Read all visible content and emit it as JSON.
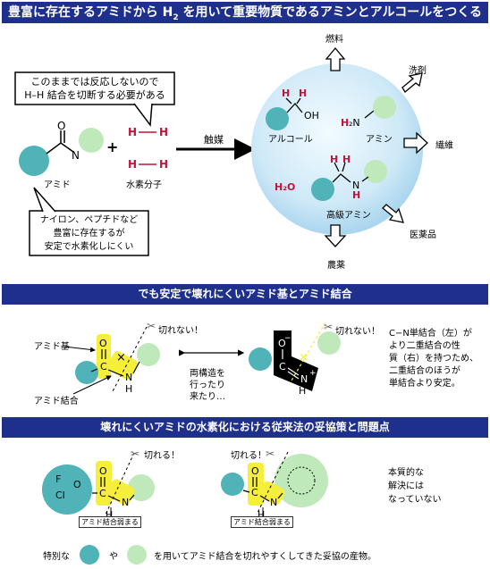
{
  "header": {
    "title_main": "豊富に存在するアミドから H",
    "title_sub": "2",
    "title_rest": " を用いて重要物質であるアミンとアルコールをつくる"
  },
  "top": {
    "callout_problem": [
      "このままでは反応しないので",
      "H–H 結合を切断する必要がある"
    ],
    "amide_label": "アミド",
    "hydrogen_label": "水素分子",
    "plus": "+",
    "catalyst": "触媒",
    "callout_amide": [
      "ナイロン、ペプチドなど",
      "豊富に存在するが",
      "安定で水素化しにくい"
    ],
    "products": {
      "alcohol": "アルコール",
      "amine": "アミン",
      "higher_amine": "高級アミン",
      "water": "H₂O"
    },
    "uses": {
      "fuel": "燃料",
      "detergent": "洗剤",
      "fiber": "繊維",
      "medicine": "医薬品",
      "pesticide": "農薬"
    }
  },
  "section2": {
    "title": "でも安定で壊れにくいアミド基とアミド結合",
    "amide_group_label": "アミド基",
    "amide_bond_label": "アミド結合",
    "cannot_cut_left": "切れない！",
    "cannot_cut_right": "切れない！",
    "resonance_text": [
      "両構造を",
      "行ったり",
      "来たり…"
    ],
    "explanation": [
      "C−N単結合（左）が",
      "より二重結合の性",
      "質（右）を持つため、",
      "二重結合のほうが",
      "単結合より安定。"
    ]
  },
  "section3": {
    "title": "壊れにくいアミドの水素化における従来法の妥協策と問題点",
    "cut_left": "切れる！",
    "cut_right": "切れる！",
    "weak_label_left": "アミド結合弱まる",
    "weak_label_right": "アミド結合弱まる",
    "side_text": [
      "本質的な",
      "解決には",
      "なっていない"
    ],
    "footer_left": "特別な",
    "footer_and": "や",
    "footer_right": "を用いてアミド結合を切れやすくしてきた妥協の産物。",
    "substituents": [
      "F",
      "O",
      "Cl"
    ]
  },
  "colors": {
    "header_bg": "#1e2f8c",
    "teal": "#4fb3b7",
    "light_green": "#bfe8bb",
    "yellow": "#f5ee3a",
    "hydrogen_red": "#c0143c"
  }
}
